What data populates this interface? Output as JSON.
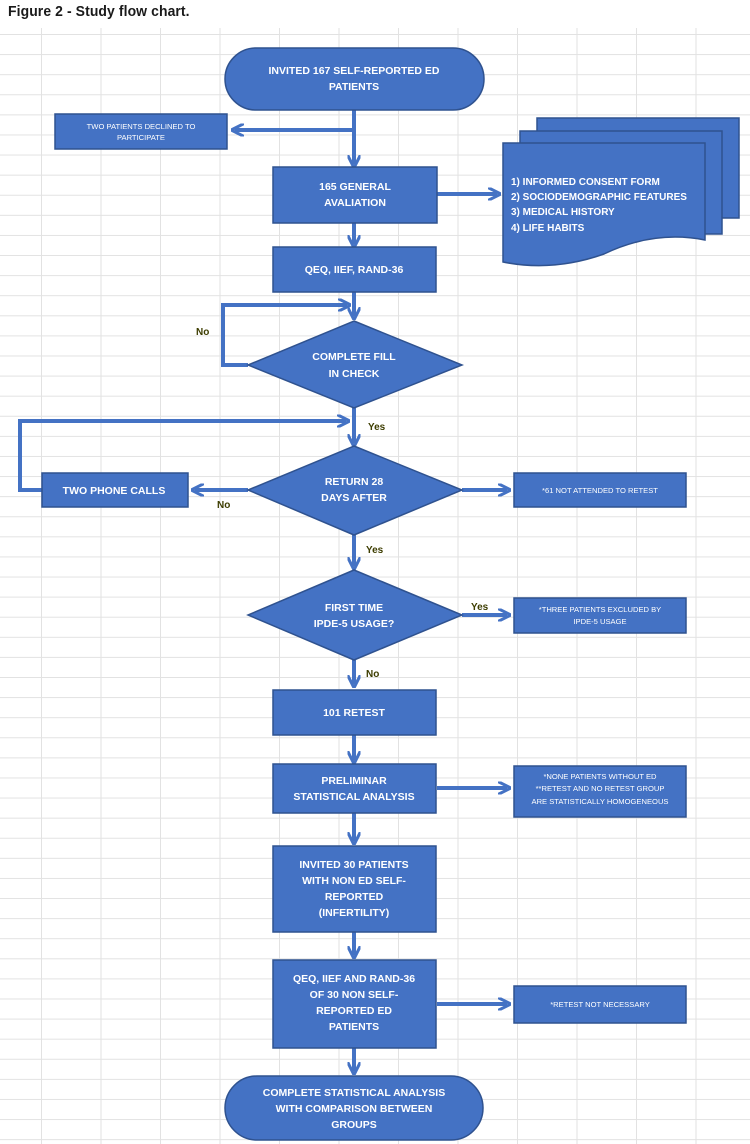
{
  "figure_title": "Figure 2 - Study flow chart.",
  "nodes": {
    "invited": [
      "INVITED 167  SELF-REPORTED ED",
      "PATIENTS"
    ],
    "declined": [
      "TWO PATIENTS DECLINED TO",
      "PARTICIPATE"
    ],
    "general": [
      "165  GENERAL",
      "AVALIATION"
    ],
    "documents": [
      "1) INFORMED CONSENT FORM",
      "2) SOCIODEMOGRAPHIC  FEATURES",
      "3) MEDICAL  HISTORY",
      "4) LIFE HABITS"
    ],
    "questionnaires": [
      "QEQ, IIEF, RAND-36"
    ],
    "fill_check": [
      "COMPLETE FILL",
      "IN CHECK"
    ],
    "return_28": [
      "RETURN 28",
      "DAYS AFTER"
    ],
    "phone_calls": [
      "TWO PHONE CALLS"
    ],
    "not_attended": [
      "*61 NOT ATTENDED TO RETEST"
    ],
    "first_time": [
      "FIRST TIME",
      "IPDE-5 USAGE?"
    ],
    "excluded": [
      "*THREE PATIENTS EXCLUDED BY",
      "IPDE-5 USAGE"
    ],
    "retest": [
      "101  RETEST"
    ],
    "preliminar": [
      "PRELIMINAR",
      "STATISTICAL ANALYSIS"
    ],
    "homogeneous": [
      "*NONE PATIENTS WITHOUT ED",
      "**RETEST  AND NO RETEST GROUP",
      "ARE STATISTICALLY HOMOGENEOUS"
    ],
    "invited_30": [
      "INVITED 30 PATIENTS",
      "WITH NON ED SELF-",
      "REPORTED",
      "(INFERTILITY)"
    ],
    "qeq_30": [
      "QEQ, IIEF AND RAND-36",
      "OF 30 NON  SELF-",
      "REPORTED ED",
      "PATIENTS"
    ],
    "retest_not_needed": [
      "*RETEST NOT NECESSARY"
    ],
    "complete": [
      "COMPLETE STATISTICAL ANALYSIS",
      "WITH COMPARISON BETWEEN",
      "GROUPS"
    ]
  },
  "labels": {
    "no_fill": "No",
    "yes_fill": "Yes",
    "no_return": "No",
    "yes_return": "Yes",
    "yes_first": "Yes",
    "no_first": "No"
  },
  "colors": {
    "node_fill": "#4472c4",
    "node_border": "#2f528f",
    "arrow": "#4472c4",
    "text": "#ffffff",
    "gridline": "#e2e2e2"
  }
}
